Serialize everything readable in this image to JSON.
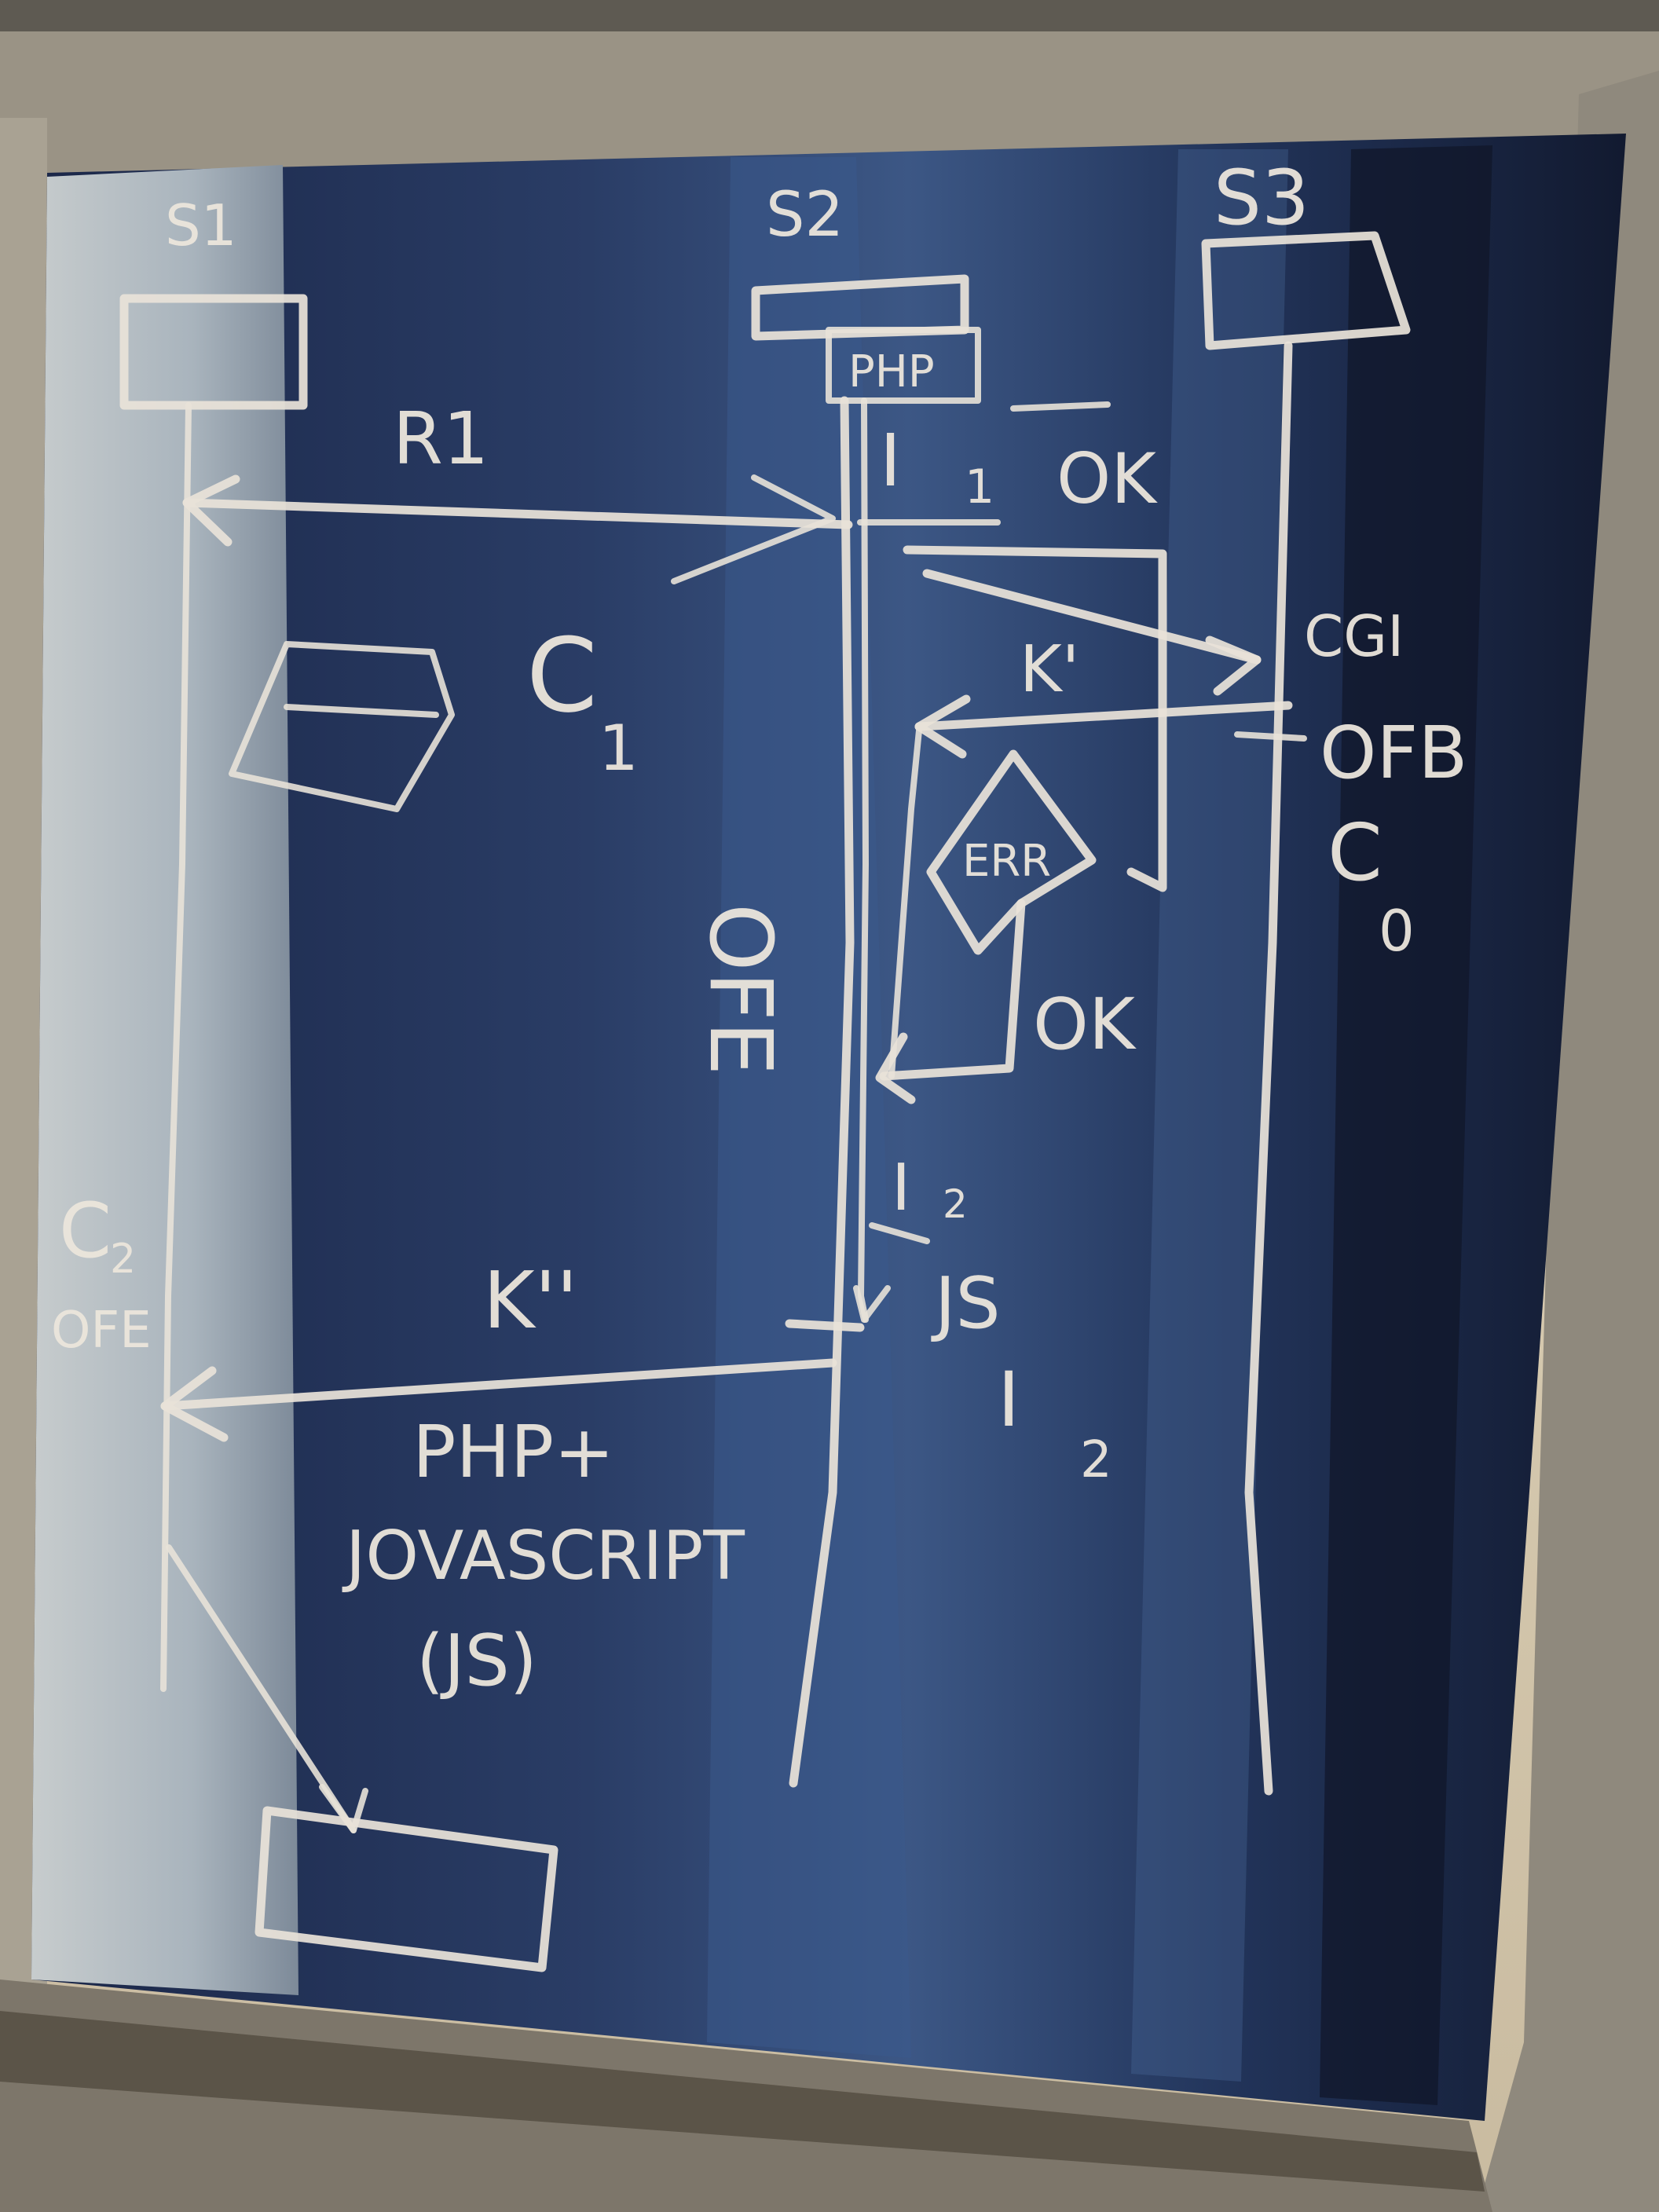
{
  "labels": {
    "s1": "S1",
    "s2": "S2",
    "s3": "S3",
    "php_box": "PHP",
    "r1": "R1",
    "i1": "I",
    "i1_sub": "1",
    "ok_top": "OK",
    "k_prime": "K'",
    "cgi": "CGI",
    "ofb": "OFB",
    "c0_right": "C",
    "c0_right_sub": "0",
    "c1": "C",
    "c1_sub": "1",
    "ofe_mid": "OFE",
    "err": "ERR",
    "ok_mid": "OK",
    "i2": "I",
    "i2_sub": "2",
    "js_right": "JS",
    "i2b": "I",
    "i2b_sub": "2",
    "c2": "C",
    "c2_sub": "2",
    "ofe_left": "OFE",
    "k_double": "K''",
    "php_plus": "PHP+",
    "javascript": "JOVASCRIPT",
    "js_paren": "(JS)"
  },
  "colors": {
    "chalk": "#e8e2d8",
    "window_frame": "#8a8377",
    "glass_dark": "#1e2c4d",
    "curtain_blue": "#34507d",
    "wall_cream": "#d9cdb6"
  }
}
